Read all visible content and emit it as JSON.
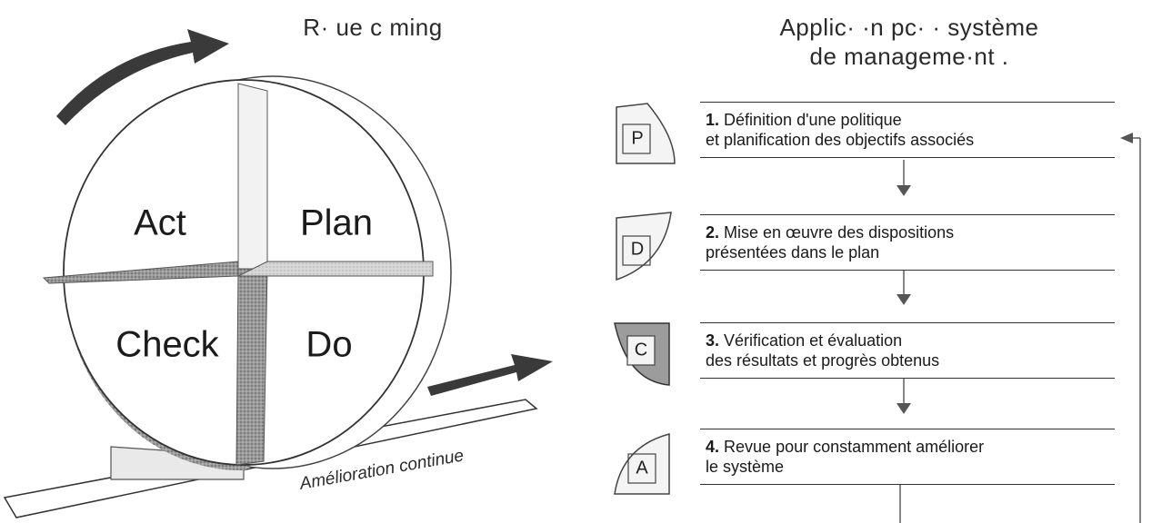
{
  "left_title": "R· ue c      ming",
  "right_title": {
    "line1": "Applic·  ·n pc·    ·  système",
    "line2": "de manageme·nt ."
  },
  "wheel": {
    "act": "Act",
    "plan": "Plan",
    "check": "Check",
    "do": "Do"
  },
  "ramp_label": "Amélioration continue",
  "badges": {
    "p": "P",
    "d": "D",
    "c": "C",
    "a": "A"
  },
  "steps": [
    {
      "num": "1.",
      "line1": "Définition d'une politique",
      "line2": "et planification des objectifs associés"
    },
    {
      "num": "2.",
      "line1": "Mise en œuvre des dispositions",
      "line2": "présentées dans le plan"
    },
    {
      "num": "3.",
      "line1": "Vérification et évaluation",
      "line2": "des résultats et progrès obtenus"
    },
    {
      "num": "4.",
      "line1": "Revue pour constamment améliorer",
      "line2": "le système"
    }
  ]
}
